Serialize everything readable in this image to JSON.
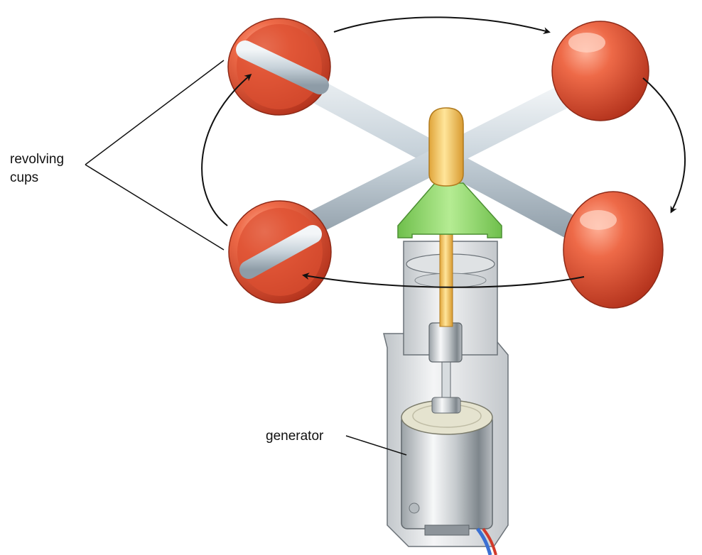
{
  "labels": {
    "cups_line1": "revolving",
    "cups_line2": "cups",
    "generator": "generator"
  },
  "colors": {
    "cup": "#e2573a",
    "cup_dark": "#b8321c",
    "arm": "#c9d4dc",
    "shaft": "#f2c35a",
    "collar": "#8fd36a",
    "housing": "#e6e8ea",
    "wire_red": "#d23a2a",
    "wire_blue": "#3a6fd2"
  }
}
